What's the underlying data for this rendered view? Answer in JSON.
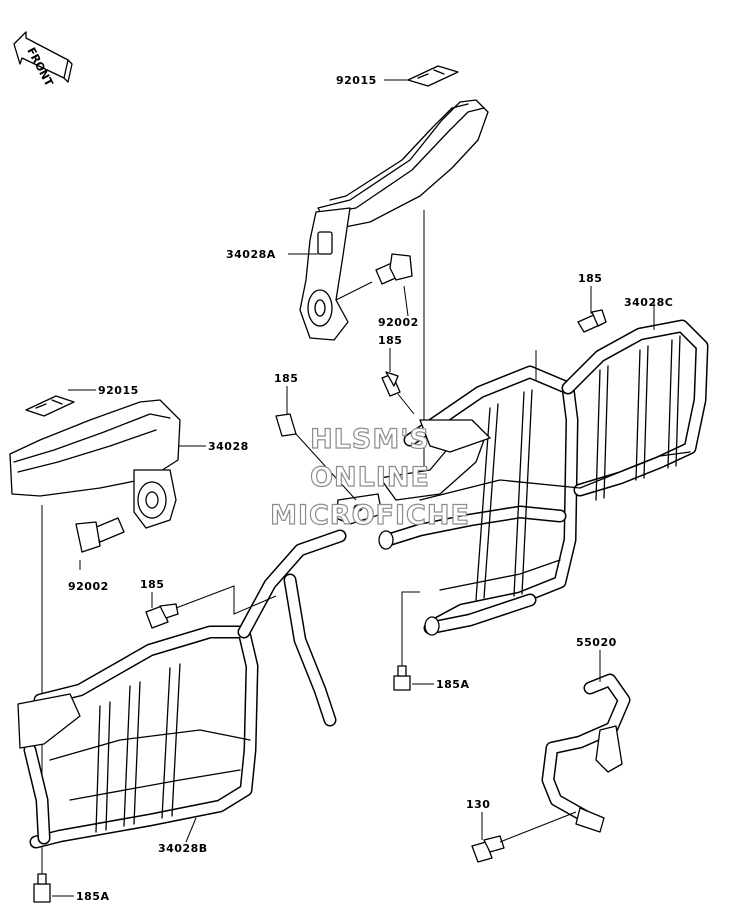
{
  "front_indicator": {
    "label": "FRONT",
    "icon": "front-arrow-icon"
  },
  "watermark": {
    "line1": "HLSM'S",
    "line2": "ONLINE",
    "line3": "MICROFICHE"
  },
  "parts": [
    {
      "number": "92015"
    },
    {
      "number": "34028A"
    },
    {
      "number": "92002"
    },
    {
      "number": "185"
    },
    {
      "number": "34028C"
    },
    {
      "number": "185"
    },
    {
      "number": "185"
    },
    {
      "number": "92015"
    },
    {
      "number": "34028"
    },
    {
      "number": "92002"
    },
    {
      "number": "185"
    },
    {
      "number": "185A"
    },
    {
      "number": "55020"
    },
    {
      "number": "130"
    },
    {
      "number": "34028B"
    },
    {
      "number": "185A"
    }
  ]
}
